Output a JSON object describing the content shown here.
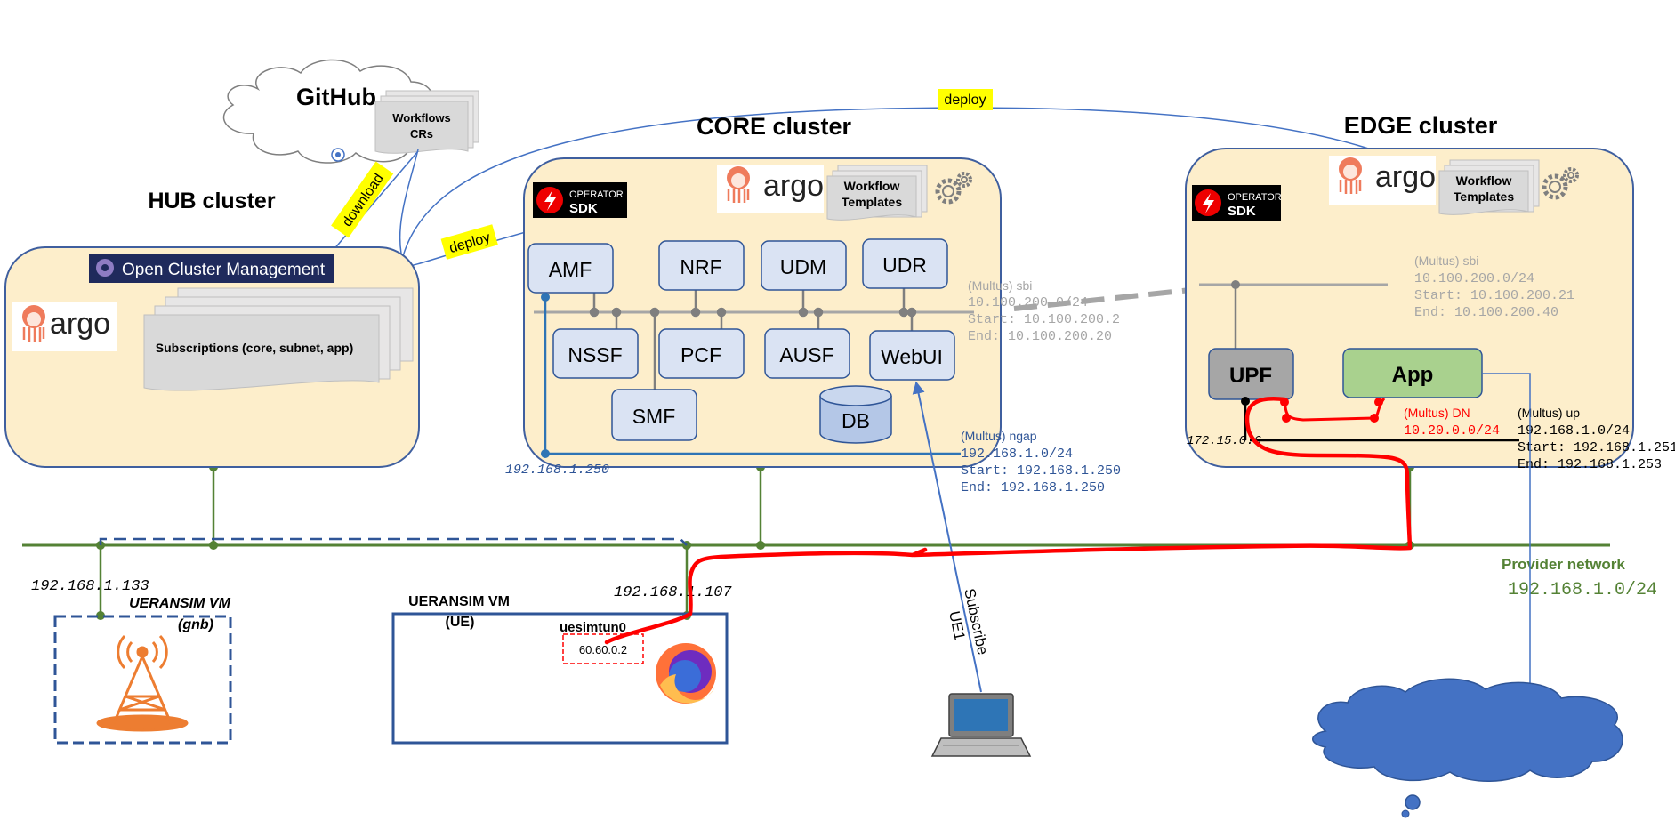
{
  "clusters": {
    "hub": {
      "title": "HUB cluster",
      "ocm_label": "Open Cluster Management",
      "argo_label": "argo",
      "subscriptions_label": "Subscriptions (core, subnet, app)"
    },
    "core": {
      "title": "CORE cluster",
      "operator_sdk": {
        "line1": "OPERATOR",
        "line2": "SDK"
      },
      "argo_label": "argo",
      "workflow_templates": {
        "line1": "Workflow",
        "line2": "Templates"
      },
      "functions": [
        "AMF",
        "NRF",
        "UDM",
        "UDR",
        "NSSF",
        "PCF",
        "AUSF",
        "WebUI",
        "SMF"
      ],
      "db_label": "DB",
      "sbi": {
        "title": "(Multus) sbi",
        "subnet": "10.100.200.0/24",
        "start": "Start: 10.100.200.2",
        "end": "End: 10.100.200.20"
      },
      "ngap": {
        "title": "(Multus) ngap",
        "subnet": "192.168.1.0/24",
        "start": "Start: 192.168.1.250",
        "end": "End: 192.168.1.250"
      },
      "amf_ip": "192.168.1.250"
    },
    "edge": {
      "title": "EDGE cluster",
      "operator_sdk": {
        "line1": "OPERATOR",
        "line2": "SDK"
      },
      "argo_label": "argo",
      "workflow_templates": {
        "line1": "Workflow",
        "line2": "Templates"
      },
      "upf_label": "UPF",
      "app_label": "App",
      "sbi": {
        "title": "(Multus) sbi",
        "subnet": "10.100.200.0/24",
        "start": "Start: 10.100.200.21",
        "end": "End: 10.100.200.40"
      },
      "dn": {
        "title": "(Multus) DN",
        "subnet": "10.20.0.0/24"
      },
      "up": {
        "title": "(Multus) up",
        "subnet": "192.168.1.0/24",
        "start": "Start: 192.168.1.251",
        "end": "End: 192.168.1.253"
      },
      "upf_ip": "172.15.0.6"
    }
  },
  "github": {
    "label": "GitHub",
    "docs": {
      "line1": "Workflows",
      "line2": "CRs"
    }
  },
  "arrows": {
    "download": "download",
    "deploy_core": "deploy",
    "deploy_edge": "deploy",
    "subscribe": "Subscribe",
    "ue1": "UE1"
  },
  "provider": {
    "label": "Provider network",
    "subnet": "192.168.1.0/24"
  },
  "gnb_vm": {
    "ip": "192.168.1.133",
    "line1": "UERANSIM VM",
    "line2": "(gnb)"
  },
  "ue_vm": {
    "ip": "192.168.1.107",
    "line1": "UERANSIM VM",
    "line2": "(UE)",
    "tun_label": "uesimtun0",
    "tun_ip": "60.60.0.2"
  },
  "colors": {
    "cluster_fill": "#fdeecb",
    "cluster_stroke": "#3f5f9f",
    "nf_fill": "#dae3f3",
    "nf_stroke": "#2f5597",
    "provider_line": "#548235",
    "upf_fill": "#a6a6a6",
    "app_fill": "#a9d18e",
    "highlight": "#ffff00",
    "path_red": "#ff0000",
    "cloud_blue": "#4472c4"
  }
}
